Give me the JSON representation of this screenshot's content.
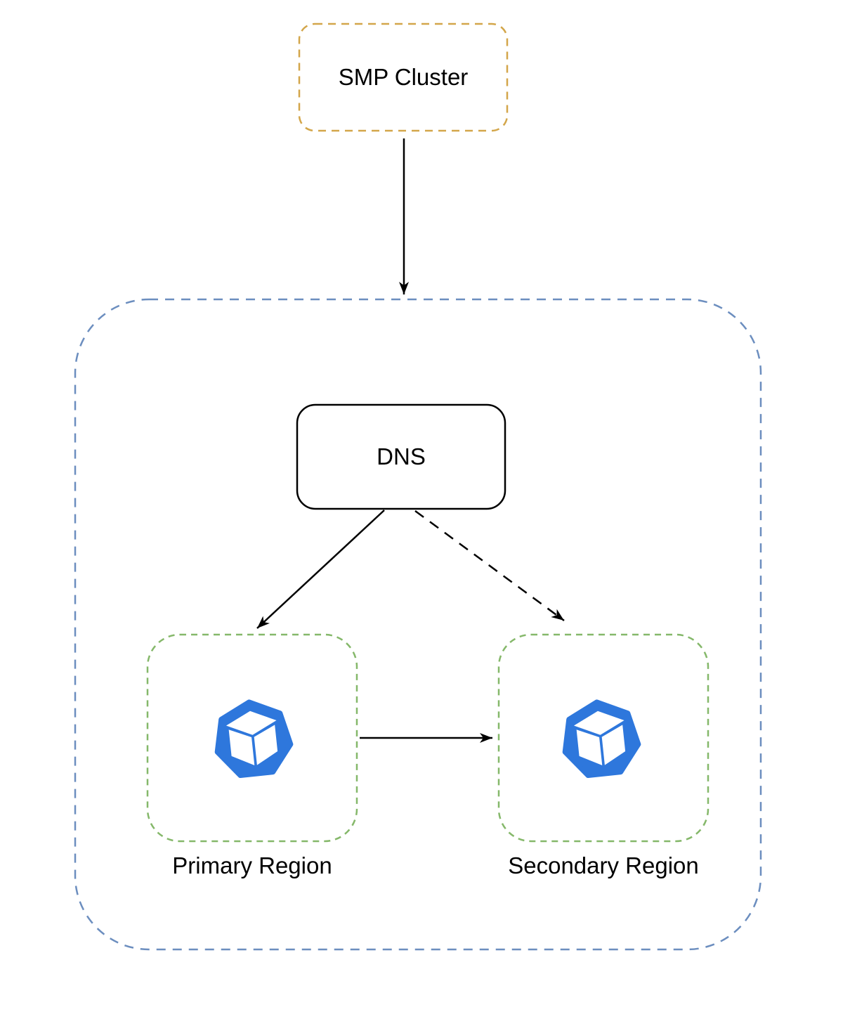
{
  "nodes": {
    "smp_cluster": {
      "label": "SMP Cluster"
    },
    "dns": {
      "label": "DNS"
    },
    "primary_region": {
      "label": "Primary Region"
    },
    "secondary_region": {
      "label": "Secondary Region"
    }
  },
  "edges": [
    {
      "from": "SMP Cluster",
      "to": "cloud boundary",
      "style": "solid",
      "arrowhead": "filled"
    },
    {
      "from": "DNS",
      "to": "Primary Region",
      "style": "solid",
      "arrowhead": "filled"
    },
    {
      "from": "DNS",
      "to": "Secondary Region",
      "style": "dashed",
      "arrowhead": "filled"
    },
    {
      "from": "Primary Region",
      "to": "Secondary Region",
      "style": "solid",
      "arrowhead": "filled"
    }
  ],
  "icons": [
    {
      "name": "workload-cube-icon",
      "location": "Primary Region"
    },
    {
      "name": "workload-cube-icon",
      "location": "Secondary Region"
    }
  ],
  "colors": {
    "gold-border": "#d3a64a",
    "blue-border": "#6c8ebf",
    "green-border": "#85b86a",
    "icon-blue": "#2e77dc",
    "line": "#000000",
    "text": "#000000",
    "bg": "#ffffff"
  }
}
